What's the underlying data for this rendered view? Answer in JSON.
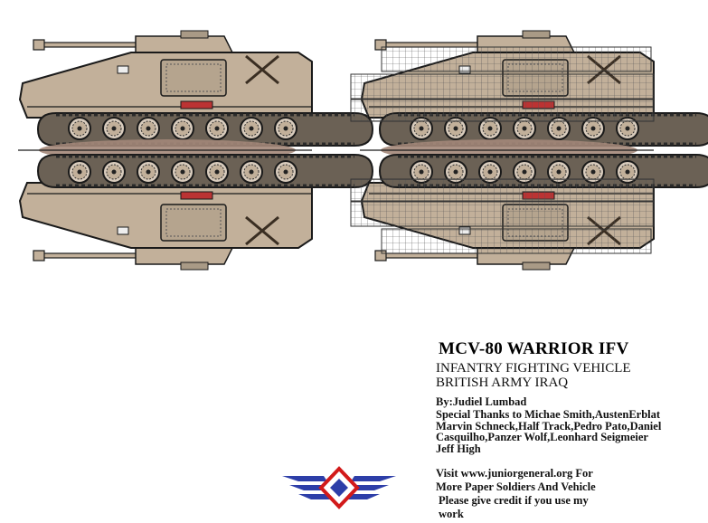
{
  "credits": {
    "title": "MCV-80 WARRIOR IFV",
    "subtitle1": "INFANTRY FIGHTING VEHICLE",
    "subtitle2": "BRITISH ARMY IRAQ",
    "author": "By:Judiel Lumbad",
    "thanks": [
      "Special Thanks to Michae Smith,AustenErblat",
      "Marvin Schneck,Half Track,Pedro Pato,Daniel",
      "Casquilho,Panzer Wolf,Leonhard Seigmeier",
      "Jeff High"
    ],
    "visit": [
      "Visit www.juniorgeneral.org For",
      "More Paper Soldiers And Vehicle"
    ],
    "credit_note": [
      "Please give credit if you use my",
      "work"
    ]
  },
  "colors": {
    "hull": "#c2b09a",
    "hull_dark": "#8a7a66",
    "outline": "#1a1a1a",
    "shadow": "#a38779",
    "wheel": "#d9ccbd",
    "logo_blue": "#2d3ea8",
    "logo_red": "#d21a1a"
  },
  "icons": {
    "logo": "junior-general-wings-logo"
  }
}
